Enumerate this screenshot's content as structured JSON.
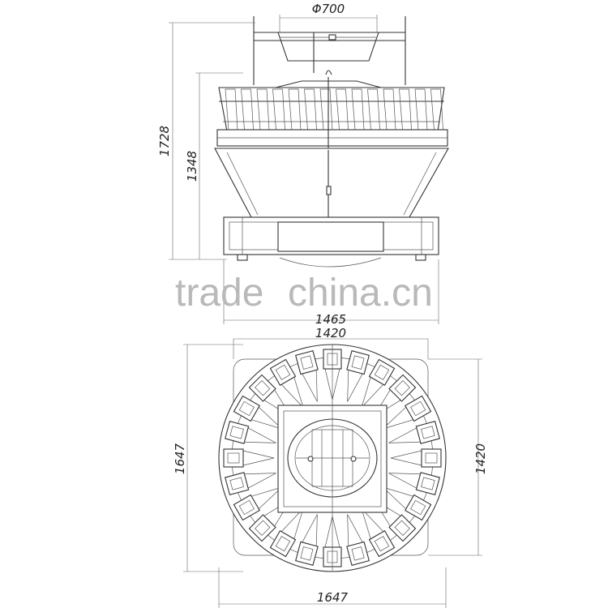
{
  "dimensions": {
    "hopper_diameter": "Φ700",
    "total_height": "1728",
    "body_height": "1348",
    "side_width": "1465",
    "top_width": "1420",
    "left_depth": "1647",
    "right_depth": "1420",
    "bottom_width": "1647"
  },
  "watermark": {
    "text_left": "trade",
    "text_right": "china.cn",
    "color": "#b9b9b9"
  },
  "line_color": "#333333"
}
